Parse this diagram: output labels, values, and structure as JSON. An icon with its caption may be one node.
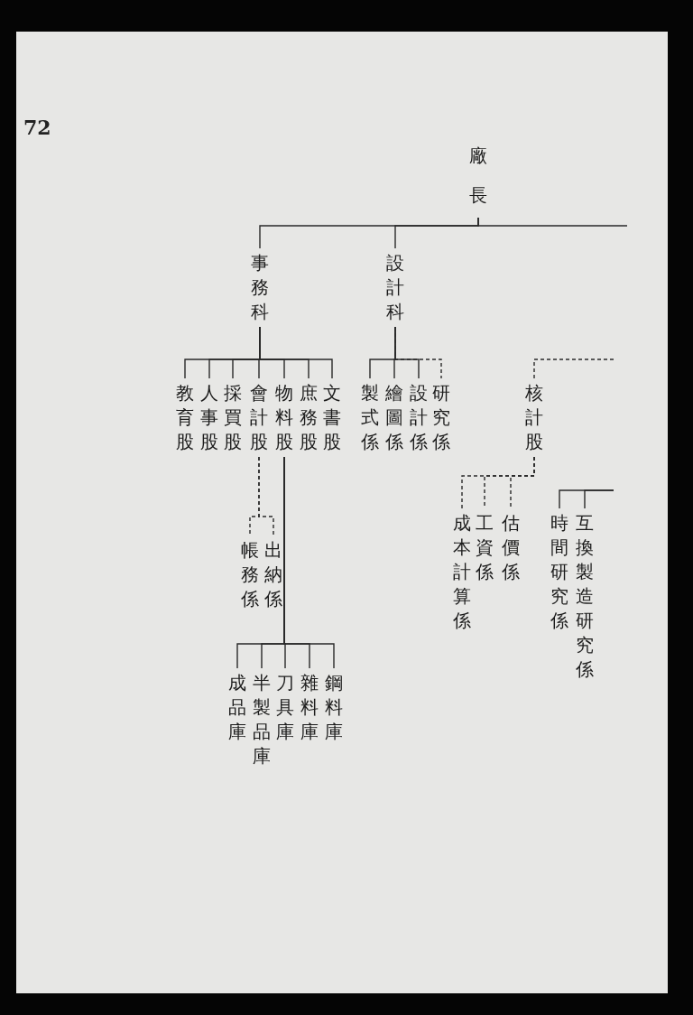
{
  "diagram": {
    "nodes": [
      {
        "text": [
          "廠長"
        ]
      },
      {
        "text": [
          "事務科"
        ]
      },
      {
        "text": [
          "設計科"
        ]
      },
      {
        "text": [
          "教育股"
        ]
      },
      {
        "text": [
          "人事股"
        ]
      },
      {
        "text": [
          "採買股"
        ]
      },
      {
        "text": [
          "會計股"
        ]
      },
      {
        "text": [
          "物料股"
        ]
      },
      {
        "text": [
          "庶務股"
        ]
      },
      {
        "text": [
          "文書股"
        ]
      },
      {
        "text": [
          "製式係"
        ]
      },
      {
        "text": [
          "繪圖係"
        ]
      },
      {
        "text": [
          "設計係"
        ]
      },
      {
        "text": [
          "研究係"
        ]
      },
      {
        "text": [
          "核計股"
        ]
      },
      {
        "text": [
          "成本計算係"
        ]
      },
      {
        "text": [
          "工資係"
        ]
      },
      {
        "text": [
          "估價係"
        ]
      },
      {
        "text": [
          "時間研究係"
        ]
      },
      {
        "text": [
          "互換製造研究係"
        ]
      },
      {
        "text": [
          "帳務係"
        ]
      },
      {
        "text": [
          "出納係"
        ]
      },
      {
        "text": [
          "成品庫"
        ]
      },
      {
        "text": [
          "半製品庫"
        ]
      },
      {
        "text": [
          "刀具庫"
        ]
      },
      {
        "text": [
          "雜料庫"
        ]
      },
      {
        "text": [
          "鋼料庫"
        ]
      }
    ],
    "edges": [
      {
        "from": 0,
        "to": 1,
        "arrow": "none"
      },
      {
        "from": 0,
        "to": 2,
        "arrow": "none"
      },
      {
        "from": 0,
        "to": null,
        "arrow": "none"
      },
      {
        "from": 1,
        "to": 3,
        "arrow": "none"
      },
      {
        "from": 1,
        "to": 4,
        "arrow": "none"
      },
      {
        "from": 1,
        "to": 5,
        "arrow": "none"
      },
      {
        "from": 1,
        "to": 6,
        "arrow": "none"
      },
      {
        "from": 1,
        "to": 7,
        "arrow": "none"
      },
      {
        "from": 1,
        "to": 8,
        "arrow": "none"
      },
      {
        "from": 1,
        "to": 9,
        "arrow": "none"
      },
      {
        "from": 2,
        "to": 10,
        "arrow": "none"
      },
      {
        "from": 2,
        "to": 11,
        "arrow": "none"
      },
      {
        "from": 2,
        "to": 12,
        "arrow": "none"
      },
      {
        "from": 2,
        "to": 13,
        "arrow": "none",
        "style": "dashed"
      },
      {
        "from": null,
        "to": 14,
        "arrow": "none",
        "style": "dashed"
      },
      {
        "from": 14,
        "to": 15,
        "arrow": "none",
        "style": "dashed"
      },
      {
        "from": 14,
        "to": 16,
        "arrow": "none",
        "style": "dashed"
      },
      {
        "from": 14,
        "to": 17,
        "arrow": "none",
        "style": "dashed"
      },
      {
        "from": null,
        "to": 18,
        "arrow": "none"
      },
      {
        "from": null,
        "to": 19,
        "arrow": "none"
      },
      {
        "from": 6,
        "to": 20,
        "arrow": "none",
        "style": "dashed"
      },
      {
        "from": 6,
        "to": 21,
        "arrow": "none",
        "style": "dashed"
      },
      {
        "from": 7,
        "to": 22,
        "arrow": "none"
      },
      {
        "from": 7,
        "to": 23,
        "arrow": "none"
      },
      {
        "from": 7,
        "to": 24,
        "arrow": "none"
      },
      {
        "from": 7,
        "to": 25,
        "arrow": "none"
      },
      {
        "from": 7,
        "to": 26,
        "arrow": "none"
      }
    ],
    "labels": [
      "72"
    ]
  }
}
